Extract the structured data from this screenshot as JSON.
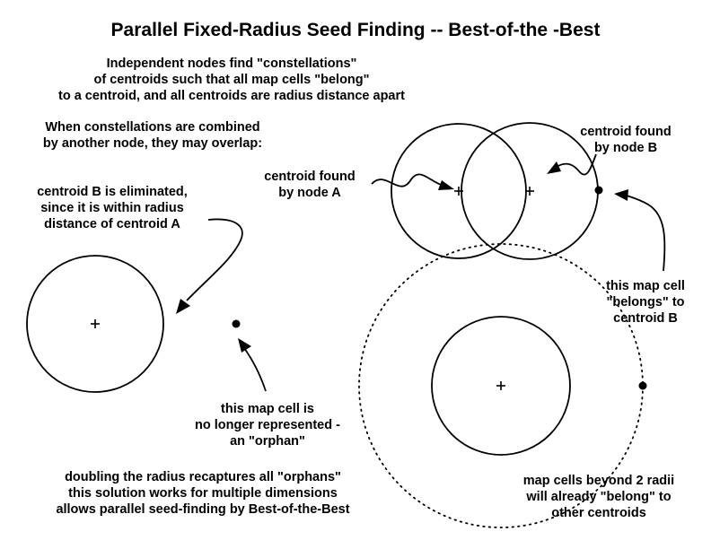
{
  "title": "Parallel Fixed-Radius Seed Finding -- Best-of-the -Best",
  "intro": [
    "Independent nodes find \"constellations\"",
    "of centroids such that all map cells \"belong\"",
    "to a centroid, and all centroids are radius distance apart"
  ],
  "combined_note": [
    "When constellations are combined",
    "by another node, they may overlap:"
  ],
  "centroid_a_label": [
    "centroid found",
    "by node A"
  ],
  "centroid_b_label": [
    "centroid found",
    "by node B"
  ],
  "eliminated_note": [
    "centroid B is eliminated,",
    "since it is within radius",
    "distance of centroid A"
  ],
  "belongs_note": [
    "this map cell",
    "\"belongs\" to",
    "centroid B"
  ],
  "orphan_note": [
    "this map cell is",
    "no longer represented -",
    "an \"orphan\""
  ],
  "doubling_note": [
    "doubling the radius recaptures all \"orphans\"",
    "this solution works for multiple dimensions",
    "allows parallel seed-finding by Best-of-the-Best"
  ],
  "beyond_note": [
    "map cells beyond 2 radii",
    "will already \"belong\" to",
    "other centroids"
  ]
}
